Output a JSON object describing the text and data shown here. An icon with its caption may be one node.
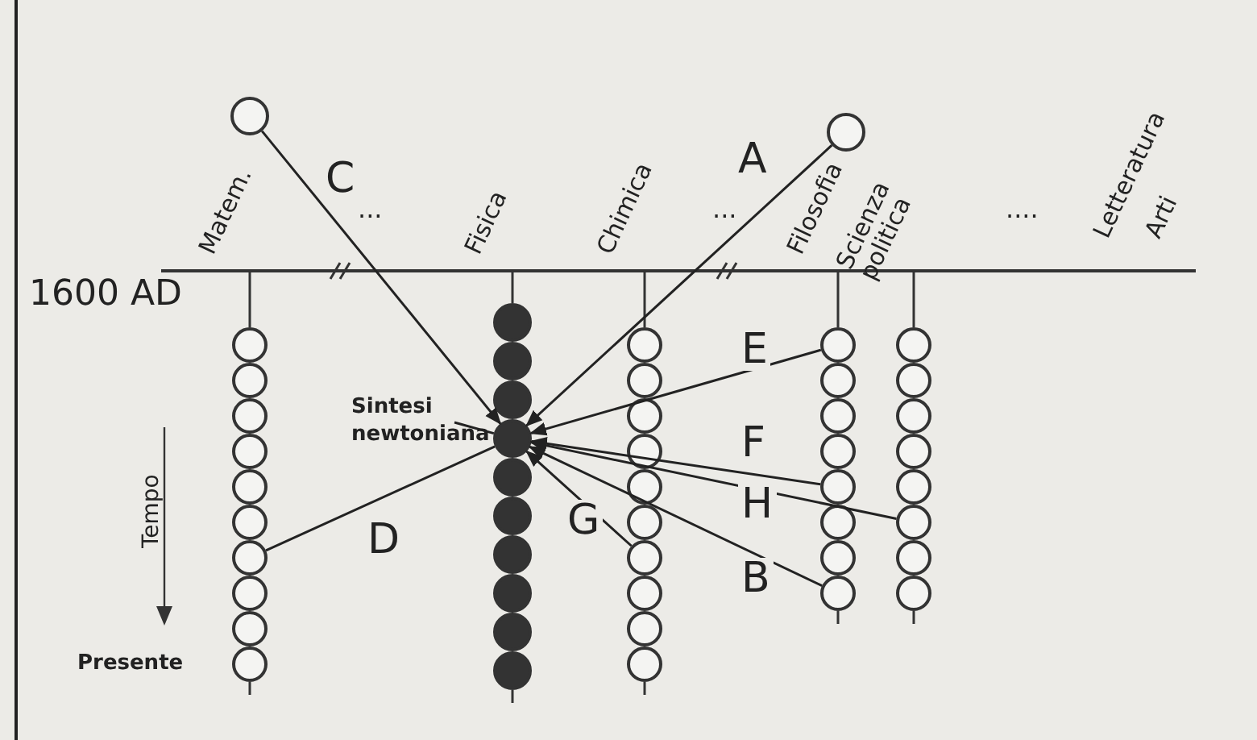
{
  "diagram": {
    "nodes": [
      {
        "text": [
          "Matem."
        ]
      },
      {
        "text": [
          "Fisica"
        ]
      },
      {
        "text": [
          "Chimica"
        ]
      },
      {
        "text": [
          "Filosofia"
        ]
      },
      {
        "text": [
          "Scienza politica"
        ]
      },
      {
        "text": [],
        "shape": "circle"
      },
      {
        "text": [],
        "shape": "circle"
      },
      {
        "text": [],
        "shape": "circle",
        "in": 1
      },
      {
        "text": [],
        "shape": "circle",
        "in": 0
      },
      {
        "text": [],
        "shape": "circle",
        "in": 2
      },
      {
        "text": [],
        "shape": "circle",
        "in": 3
      },
      {
        "text": [],
        "shape": "circle",
        "in": 3
      },
      {
        "text": [],
        "shape": "circle",
        "in": 3
      },
      {
        "text": [],
        "shape": "circle",
        "in": 4
      },
      {
        "text": [
          "Sintesi newtoniana"
        ]
      }
    ],
    "edges": [
      {
        "from": 5,
        "to": 7,
        "arrow": "to",
        "label": "C"
      },
      {
        "from": 6,
        "to": 7,
        "arrow": "to",
        "label": "A"
      },
      {
        "from": 10,
        "to": 7,
        "arrow": "to",
        "label": "E"
      },
      {
        "from": 11,
        "to": 7,
        "arrow": "to",
        "label": "F"
      },
      {
        "from": 13,
        "to": 7,
        "arrow": "to",
        "label": "H"
      },
      {
        "from": 9,
        "to": 7,
        "arrow": "to",
        "label": "G"
      },
      {
        "from": 12,
        "to": 7,
        "arrow": "to",
        "label": "B"
      },
      {
        "from": 8,
        "to": 7,
        "arrow": "none",
        "label": "D"
      },
      {
        "from": 14,
        "to": 7,
        "arrow": "none"
      }
    ],
    "labels": [
      "...",
      "...",
      "....",
      "Letteratura",
      "Arti",
      "1600 AD",
      "Tempo",
      "Presente"
    ]
  }
}
